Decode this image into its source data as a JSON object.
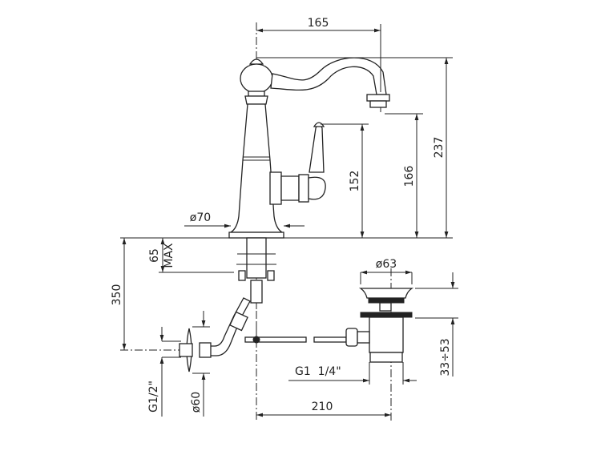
{
  "dimensions": {
    "spout_reach": "165",
    "total_height": "237",
    "spout_height": "166",
    "handle_height": "152",
    "base_diameter": "ø70",
    "deck_thickness_value": "65",
    "deck_thickness_suffix": "MAX",
    "hose_length": "350",
    "inlet_thread": "G1/2\"",
    "rosette_diameter": "ø60",
    "drain_diameter": "ø63",
    "drain_range": "33÷53",
    "drain_thread": "G1  1/4\"",
    "rod_length": "210"
  }
}
